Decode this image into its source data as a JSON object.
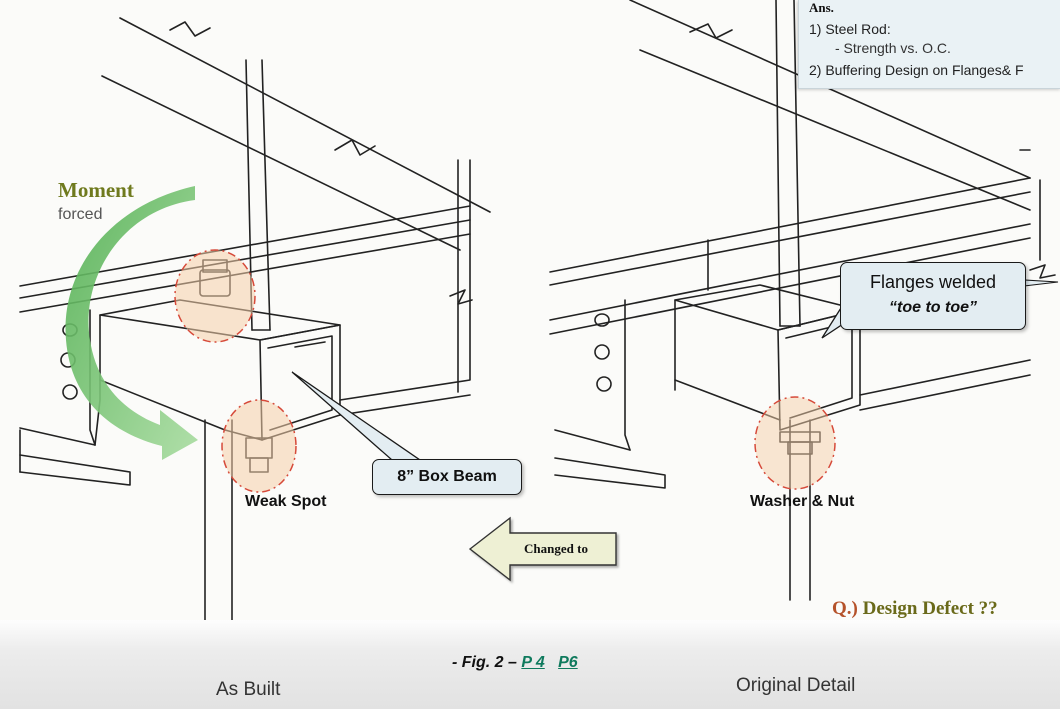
{
  "answer_box": {
    "title": "Ans.",
    "item1": "1)  Steel Rod:",
    "item1_sub": "- Strength vs. O.C.",
    "item2": "2)  Buffering Design on Flanges& F"
  },
  "left_panel": {
    "moment_title": "Moment",
    "moment_sub": "forced",
    "weak_spot_label": "Weak Spot",
    "box_beam_callout": "8” Box Beam",
    "caption": "As Built"
  },
  "right_panel": {
    "flanges_line1": "Flanges welded",
    "flanges_line2": "“toe to toe”",
    "washer_label": "Washer & Nut",
    "caption": "Original Detail"
  },
  "changed_arrow_label": "Changed to",
  "question": {
    "prefix": "Q.)",
    "text": "Design Defect ??"
  },
  "figure_caption": {
    "prefix": "- Fig. 2 – ",
    "link1": "P 4",
    "link2": "P6"
  },
  "colors": {
    "moment_arrow": "#6cc26c",
    "highlight_fill": "#f6cfaa",
    "highlight_stroke": "#d64a3a",
    "callout_fill": "#e3edf2",
    "changed_arrow_fill": "#eef0d4",
    "link": "#0f7a5d"
  }
}
